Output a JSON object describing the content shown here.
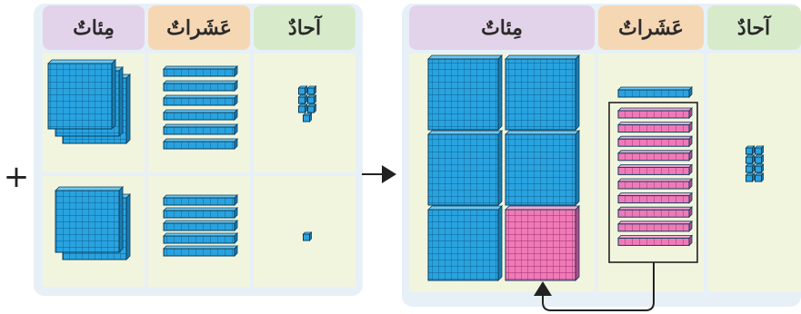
{
  "headers": {
    "hundreds": "مِئاتٌ",
    "tens": "عَشَراتٌ",
    "ones": "آحادٌ"
  },
  "operators": {
    "plus": "+",
    "arrow": "→"
  },
  "colors": {
    "block_blue": "#29a3e0",
    "block_pink": "#f07ab8",
    "header_hundreds": "#e3d3ea",
    "header_tens": "#f6d7b4",
    "header_ones": "#d7ebcb",
    "panel_bg": "#f2f5de",
    "frame_bg": "#e7f0f7"
  },
  "addend_1": {
    "hundreds": 3,
    "tens": 6,
    "ones": 7
  },
  "addend_2": {
    "hundreds": 2,
    "tens": 5,
    "ones": 1
  },
  "result": {
    "hundreds_blue": 5,
    "hundreds_pink": 1,
    "tens_blue": 1,
    "tens_pink": 10,
    "ones": 8,
    "regroup": "10 tens → 1 hundred"
  }
}
